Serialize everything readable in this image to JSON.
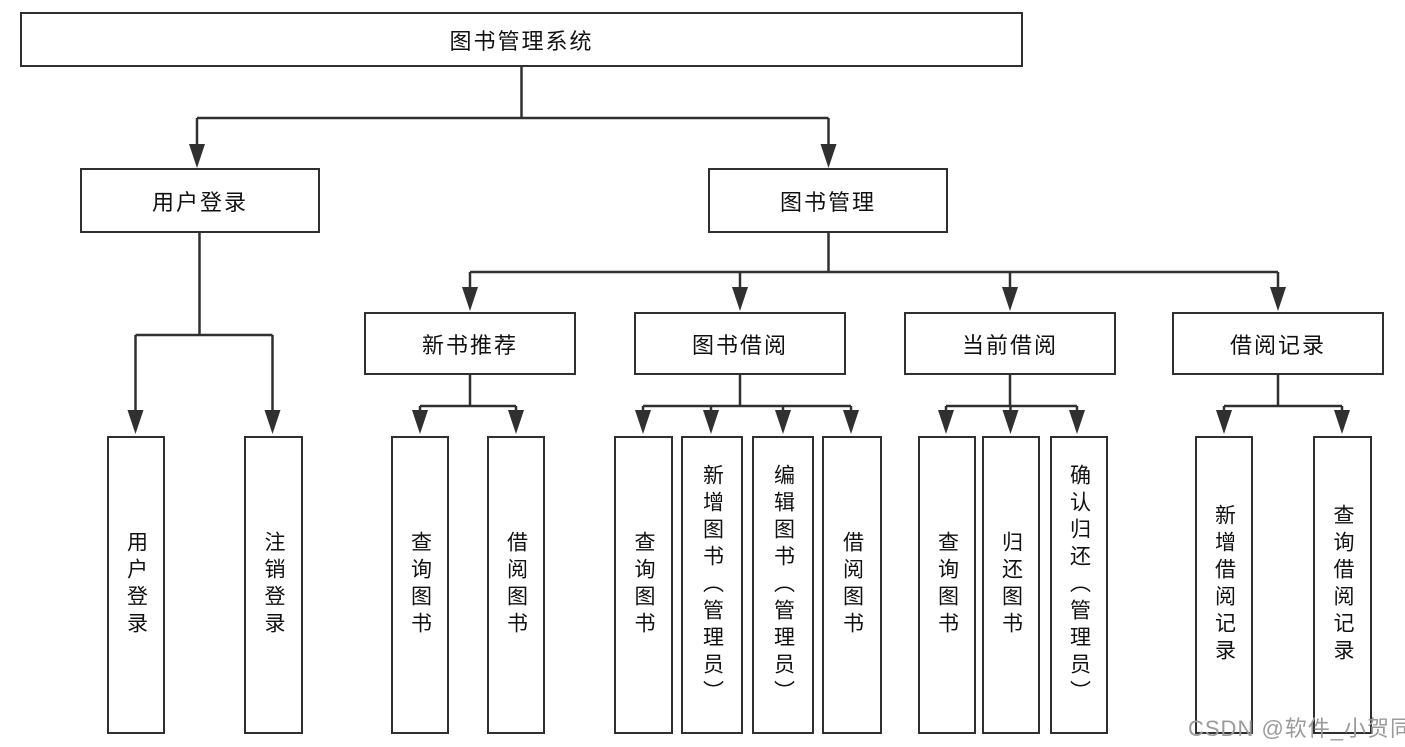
{
  "diagram": {
    "root": {
      "label": "图书管理系统"
    },
    "level1": [
      {
        "label": "用户登录",
        "children": [
          {
            "label": "用户登录"
          },
          {
            "label": "注销登录"
          }
        ]
      },
      {
        "label": "图书管理",
        "children": [
          {
            "label": "新书推荐",
            "children": [
              {
                "label": "查询图书"
              },
              {
                "label": "借阅图书"
              }
            ]
          },
          {
            "label": "图书借阅",
            "children": [
              {
                "label": "查询图书"
              },
              {
                "label": "新增图书（管理员）"
              },
              {
                "label": "编辑图书（管理员）"
              },
              {
                "label": "借阅图书"
              }
            ]
          },
          {
            "label": "当前借阅",
            "children": [
              {
                "label": "查询图书"
              },
              {
                "label": "归还图书"
              },
              {
                "label": "确认归还（管理员）"
              }
            ]
          },
          {
            "label": "借阅记录",
            "children": [
              {
                "label": "新增借阅记录"
              },
              {
                "label": "查询借阅记录"
              }
            ]
          }
        ]
      }
    ]
  },
  "watermark": {
    "text": "CSDN @软件_小贺同学"
  },
  "colors": {
    "line": "#303030",
    "box_border": "#303030",
    "box_fill": "#ffffff",
    "text": "#111111",
    "background": "#ffffff",
    "watermark": "#9b9b9b"
  }
}
